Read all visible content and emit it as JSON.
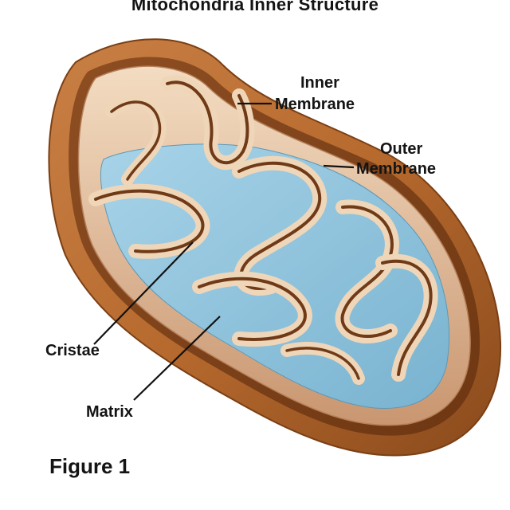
{
  "title": "Mitochondria Inner Structure",
  "labels": {
    "inner_membrane": [
      "Inner",
      "Membrane"
    ],
    "outer_membrane": [
      "Outer",
      "Membrane"
    ],
    "cristae": "Cristae",
    "matrix": "Matrix"
  },
  "figure_label": "Figure 1",
  "colors": {
    "outer_membrane": "#b76a2e",
    "outer_membrane_dark": "#7a3f14",
    "inner_membrane": "#e9c6a3",
    "inner_membrane_shadow": "#c48f66",
    "matrix": "#8fc3dc",
    "background": "#ffffff"
  }
}
